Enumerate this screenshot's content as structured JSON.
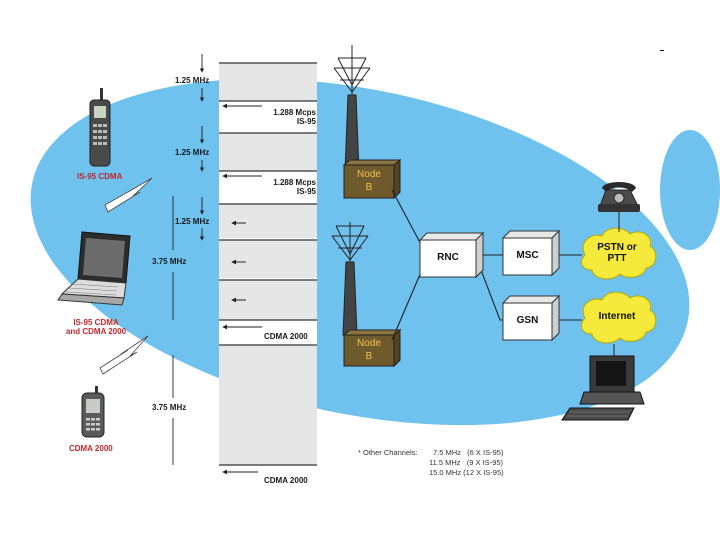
{
  "spectrum": {
    "bands": [
      {
        "width": "1.25 MHz"
      },
      {
        "width": "1.25 MHz"
      },
      {
        "width": "1.25 MHz"
      },
      {
        "width": "3.75 MHz"
      },
      {
        "width": "3.75 MHz"
      }
    ],
    "rates": [
      {
        "rate": "1.288 Mcps",
        "standard": "IS-95"
      },
      {
        "rate": "1.288 Mcps",
        "standard": "IS-95"
      },
      {
        "standard": "CDMA 2000"
      },
      {
        "standard": "CDMA 2000"
      }
    ]
  },
  "devices": [
    {
      "label": "IS-95 CDMA"
    },
    {
      "label_line1": "IS-95 CDMA",
      "label_line2": "and CDMA 2000"
    },
    {
      "label": "CDMA 2000"
    }
  ],
  "network": {
    "node_b_line1": "Node",
    "node_b_line2": "B",
    "rnc": "RNC",
    "msc": "MSC",
    "gsn": "GSN",
    "pstn_line1": "PSTN or",
    "pstn_line2": "PTT",
    "internet": "Internet"
  },
  "other_channels": {
    "title": "* Other Channels:",
    "lines": [
      "7.5 MHz   (6 X IS-95)",
      "11.5 MHz   (9 X IS-95)",
      "15.0 MHz (12 X IS-95)"
    ]
  },
  "colors": {
    "ellipse": "#6fc1ee",
    "node_b": "#6f5a2e",
    "cloud": "#f5ea3b",
    "device_label": "#c0282e"
  }
}
